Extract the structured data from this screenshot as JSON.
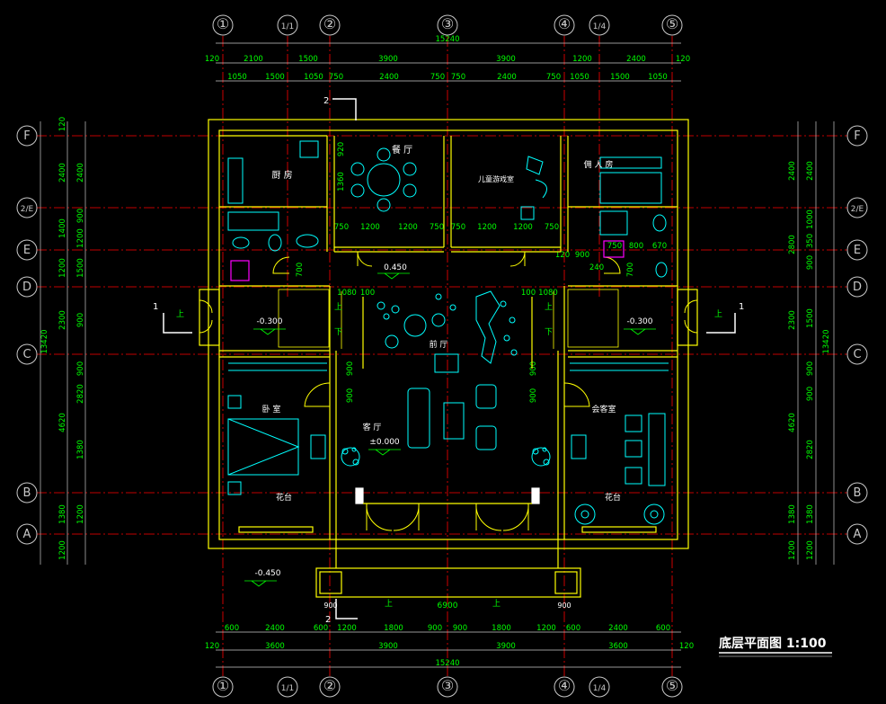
{
  "title": "底层平面图 1:100",
  "colors": {
    "bg": "#000000",
    "wall": "#ffff00",
    "dim": "#00ff00",
    "axis": "#ff0000",
    "bubble": "#c8c8c8",
    "furniture": "#00ffff",
    "text": "#ffffff",
    "fixture": "#ff00ff"
  },
  "grid_cols": [
    "①",
    "1/1",
    "②",
    "③",
    "④",
    "1/4",
    "⑤"
  ],
  "grid_rows": [
    "F",
    "2/E",
    "E",
    "D",
    "C",
    "B",
    "A"
  ],
  "top_total": "15240",
  "bottom_total": "15240",
  "top_dim_row1": [
    "120",
    "2100",
    "1500",
    "3900",
    "3900",
    "1200",
    "2400",
    "120"
  ],
  "top_dim_row2": [
    "1050",
    "1500",
    "1050",
    "750",
    "2400",
    "750",
    "750",
    "2400",
    "750",
    "1050",
    "1500",
    "1050"
  ],
  "bottom_dim_row1": [
    "600",
    "2400",
    "600",
    "1200",
    "1800",
    "900",
    "900",
    "1800",
    "1200",
    "600",
    "2400",
    "600"
  ],
  "bottom_dim_row2": [
    "120",
    "3600",
    "3900",
    "3900",
    "3600",
    "120"
  ],
  "left_dim_outer": [
    "120",
    "2400",
    "1400",
    "1200",
    "2300",
    "4620",
    "1380",
    "1200"
  ],
  "left_dim_inner": [
    "2400",
    "900",
    "1200",
    "1500",
    "900",
    "900",
    "2820",
    "1380",
    "1200"
  ],
  "left_total": "13420",
  "right_dim_outer": [
    "2400",
    "2800",
    "2300",
    "4620",
    "1380",
    "1200"
  ],
  "right_dim_inner": [
    "2400",
    "1000",
    "350",
    "900",
    "1500",
    "900",
    "900",
    "2820",
    "1380",
    "1200"
  ],
  "right_total": "13420",
  "rooms": [
    {
      "id": "kitchen",
      "label": "厨 房"
    },
    {
      "id": "dining",
      "label": "餐 厅"
    },
    {
      "id": "kids",
      "label": "儿童游戏室"
    },
    {
      "id": "servant",
      "label": "佣 人 房"
    },
    {
      "id": "lobby",
      "label": "前 厅"
    },
    {
      "id": "living",
      "label": "客 厅"
    },
    {
      "id": "bedroom",
      "label": "卧 室"
    },
    {
      "id": "guest",
      "label": "会客室"
    },
    {
      "id": "balcony_l",
      "label": "花台"
    },
    {
      "id": "balcony_r",
      "label": "花台"
    }
  ],
  "levels": {
    "stair_left": "-0.300",
    "stair_right": "-0.300",
    "living": "±0.000",
    "lobby": "0.450",
    "outside": "-0.450"
  },
  "misc_labels": {
    "section": "1",
    "section2": "2",
    "up": "上",
    "down": "下",
    "entry_width": "6900",
    "porch_left": "900",
    "porch_right": "900",
    "dining_dims": [
      "750",
      "1200",
      "1200",
      "750",
      "750",
      "1200",
      "1200",
      "750"
    ],
    "servant_dims": [
      "900",
      "750",
      "800",
      "670",
      "120",
      "240"
    ],
    "stair_dims": [
      "1080",
      "100",
      "100",
      "1080"
    ],
    "room_door_dims": [
      "900",
      "900",
      "900",
      "900"
    ],
    "kitchen_dims": [
      "920",
      "1360",
      "700",
      "700"
    ]
  }
}
